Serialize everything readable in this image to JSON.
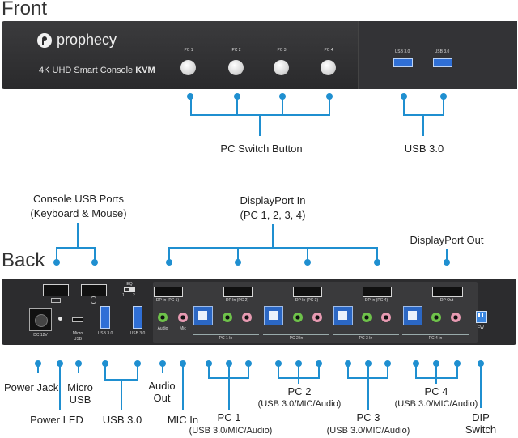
{
  "headings": {
    "front": "Front",
    "back": "Back"
  },
  "colors": {
    "connector": "#1f8fd0",
    "device_body": "#2c2c2e",
    "usb3_port": "#2f6fd6"
  },
  "front_panel": {
    "brand": "prophecy",
    "logo_icon": "prophecy-logo-icon",
    "model_text": "4K UHD Smart Console",
    "model_bold": "KVM",
    "pc_buttons": [
      "PC 1",
      "PC 2",
      "PC 3",
      "PC 4"
    ],
    "usb_ports": [
      "USB 3.0",
      "USB 3.0"
    ]
  },
  "front_callouts": {
    "pc_switch": "PC Switch Button",
    "usb30": "USB 3.0"
  },
  "back_top_callouts": {
    "console_usb_line1": "Console USB Ports",
    "console_usb_line2": "(Keyboard & Mouse)",
    "displayport_in_line1": "DisplayPort In",
    "displayport_in_line2": "(PC 1, 2, 3, 4)",
    "displayport_out": "DisplayPort Out"
  },
  "back_panel": {
    "eq": "EQ",
    "eq_1": "1",
    "eq_2": "2",
    "dc": "DC 12V",
    "micro_usb_line1": "Micro",
    "micro_usb_line2": "USB",
    "usb30_left": "USB 3.0",
    "usb30_right": "USB 3.0",
    "audio": "Audio",
    "mic": "Mic",
    "dp_in": [
      "DP In (PC 1)",
      "DP In (PC 2)",
      "DP In (PC 3)",
      "DP In (PC 4)"
    ],
    "dp_out": "DP Out",
    "pc_in": [
      "PC 1 In",
      "PC 2 In",
      "PC 3 In",
      "PC 4 In"
    ],
    "fw": "FW"
  },
  "bottom_callouts": {
    "power_jack": "Power Jack",
    "power_led": "Power LED",
    "micro_usb_line1": "Micro",
    "micro_usb_line2": "USB",
    "usb30": "USB 3.0",
    "audio_out_line1": "Audio",
    "audio_out_line2": "Out",
    "mic_in": "MIC In",
    "pc1": "PC 1",
    "pc1_sub": "(USB 3.0/MIC/Audio)",
    "pc2": "PC 2",
    "pc2_sub": "(USB 3.0/MIC/Audio)",
    "pc3": "PC 3",
    "pc3_sub": "(USB 3.0/MIC/Audio)",
    "pc4": "PC 4",
    "pc4_sub": "(USB 3.0/MIC/Audio)",
    "dip_line1": "DIP",
    "dip_line2": "Switch"
  }
}
